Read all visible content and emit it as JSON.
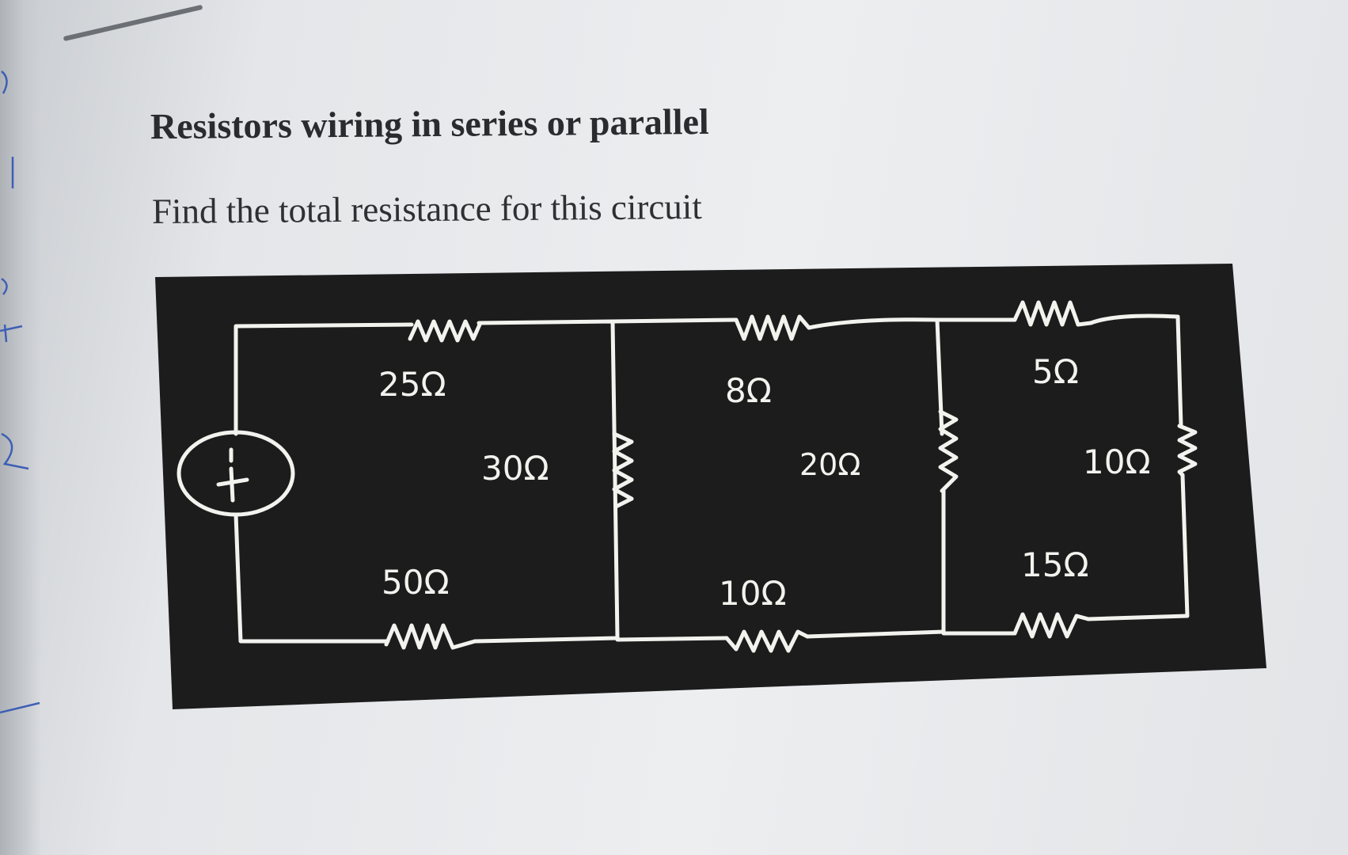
{
  "header": {
    "title": "Resistors wiring in series or parallel",
    "prompt": "Find the total resistance for this circuit"
  },
  "circuit": {
    "battery_symbol": "+",
    "resistors": {
      "top_left": "25Ω",
      "middle_left_vertical": "30Ω",
      "bottom_left": "50Ω",
      "top_middle": "8Ω",
      "middle_vertical": "20Ω",
      "bottom_middle": "10Ω",
      "top_right": "5Ω",
      "right_vertical": "10Ω",
      "bottom_right": "15Ω"
    }
  },
  "colors": {
    "board": "#1c1c1c",
    "chalk": "#f2f2ee",
    "paper": "#eceef0",
    "text": "#2a2b2e"
  }
}
